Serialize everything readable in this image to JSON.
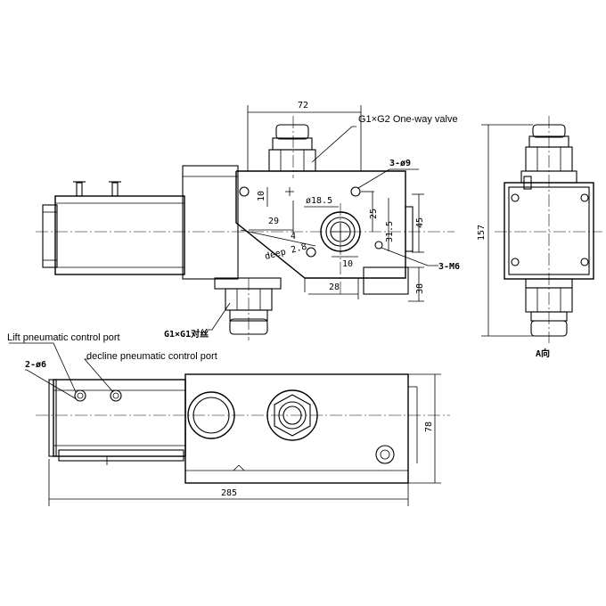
{
  "labels": {
    "one_way_valve": "G1×G2 One-way valve",
    "g1_pair": "G1×G1对丝",
    "lift_port": "Lift pneumatic control port",
    "decline_port": "decline pneumatic control port",
    "two_holes": "2-ø6",
    "three_holes_9": "3-ø9",
    "three_m6": "3-M6",
    "deep": "deep 2.8",
    "view_a": "A向"
  },
  "dimensions": {
    "d72": "72",
    "d10a": "10",
    "d29": "29",
    "d18_5": "ø18.5",
    "d4": "4",
    "d10b": "10",
    "d25": "25",
    "d31_5": "31.5",
    "d45": "45",
    "d28": "28",
    "d38": "38",
    "d157": "157",
    "d78": "78",
    "d285": "285"
  }
}
